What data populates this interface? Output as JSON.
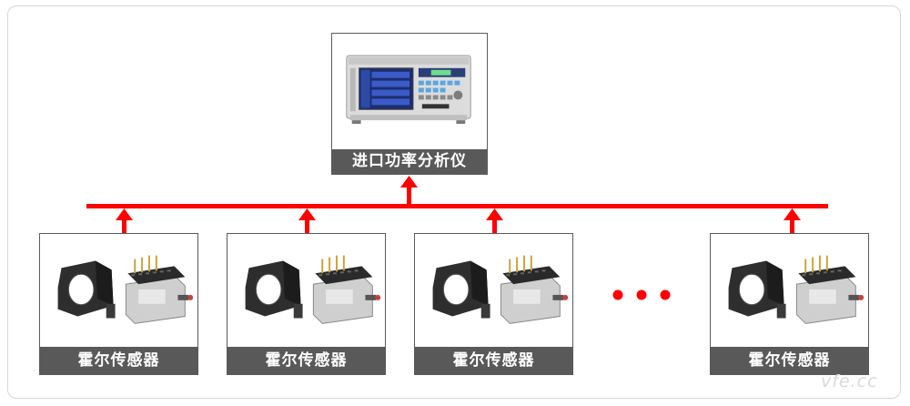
{
  "analyzer": {
    "label": "进口功率分析仪"
  },
  "sensors": [
    {
      "label": "霍尔传感器"
    },
    {
      "label": "霍尔传感器"
    },
    {
      "label": "霍尔传感器"
    },
    {
      "label": "霍尔传感器"
    }
  ],
  "colors": {
    "bus": "#ff0000",
    "label_bg": "#595959",
    "border": "#5a5a5a"
  },
  "watermark": "vfe.cc"
}
